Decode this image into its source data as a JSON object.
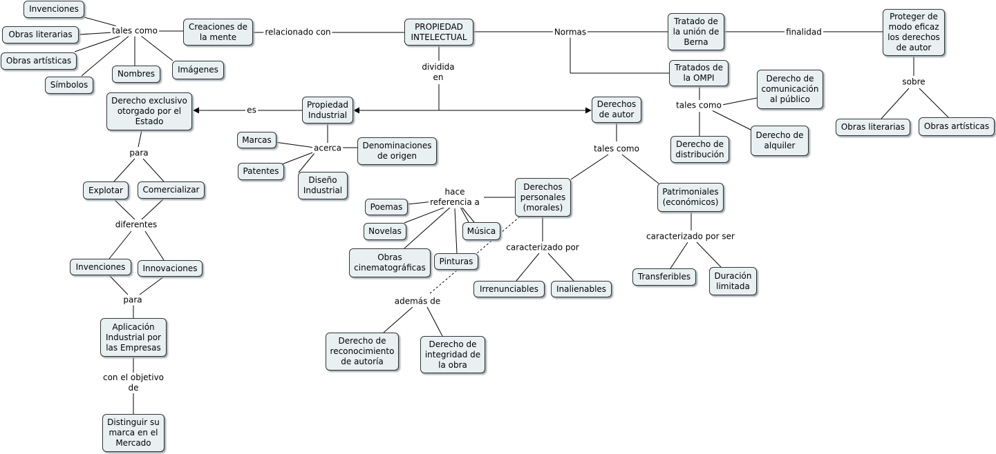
{
  "nodes": {
    "propiedad_intelectual": "PROPIEDAD\nINTELECTUAL",
    "creaciones_mente": "Creaciones de\nla mente",
    "invenciones_top": "Invenciones",
    "obras_literarias_top": "Obras literarias",
    "obras_artisticas_top": "Obras artísticas",
    "simbolos": "Símbolos",
    "nombres": "Nombres",
    "imagenes": "Imágenes",
    "tratado_berna": "Tratado de\nla unión de\nBerna",
    "proteger": "Proteger de\nmodo eficaz\nlos derechos\nde autor",
    "obras_literarias_right": "Obras literarias",
    "obras_artisticas_right": "Obras artísticas",
    "tratados_ompi": "Tratados de\nla OMPI",
    "derecho_comunicacion": "Derecho de\ncomunicación\nal público",
    "derecho_alquiler": "Derecho de\nalquiler",
    "derecho_distribucion": "Derecho de\ndistribución",
    "propiedad_industrial": "Propiedad\nIndustrial",
    "derechos_autor": "Derechos\nde autor",
    "derecho_exclusivo": "Derecho exclusivo\notorgado por el\nEstado",
    "explotar": "Explotar",
    "comercializar": "Comercializar",
    "invenciones_left": "Invenciones",
    "innovaciones": "Innovaciones",
    "aplicacion": "Aplicación\nIndustrial por\nlas Empresas",
    "distinguir": "Distinguir su\nmarca en el\nMercado",
    "marcas": "Marcas",
    "patentes": "Patentes",
    "diseno": "Diseño\nIndustrial",
    "denominaciones": "Denominaciones\nde origen",
    "derechos_personales": "Derechos\npersonales\n(morales)",
    "patrimoniales": "Patrimoniales\n(económicos)",
    "poemas": "Poemas",
    "novelas": "Novelas",
    "obras_cine": "Obras\ncinematográficas",
    "pinturas": "Pinturas",
    "musica": "Música",
    "irrenunciables": "Irrenunciables",
    "inalienables": "Inalienables",
    "transferibles": "Transferibles",
    "duracion": "Duración\nlimitada",
    "reconocimiento": "Derecho de\nreconocimiento\nde autoría",
    "integridad": "Derecho de\nintegridad de\nla obra"
  },
  "labels": {
    "tales_como_1": "tales como",
    "relacionado_con": "relacionado con",
    "normas": "Normas",
    "finalidad": "finalidad",
    "sobre": "sobre",
    "dividida_en": "dividida\nen",
    "tales_como_ompi": "tales como",
    "es": "es",
    "acerca": "acerca",
    "tales_como_autor": "tales como",
    "para_1": "para",
    "diferentes": "diferentes",
    "para_2": "para",
    "con_objetivo": "con el objetivo\nde",
    "hace_referencia": "hace\nreferencia a",
    "caracterizado_por": "caracterizado por",
    "caracterizado_por_ser": "caracterizado por ser",
    "ademas_de": "además de"
  },
  "colors": {
    "node_fill": "#e8f0f2",
    "node_border": "#333333",
    "line": "#000000"
  }
}
